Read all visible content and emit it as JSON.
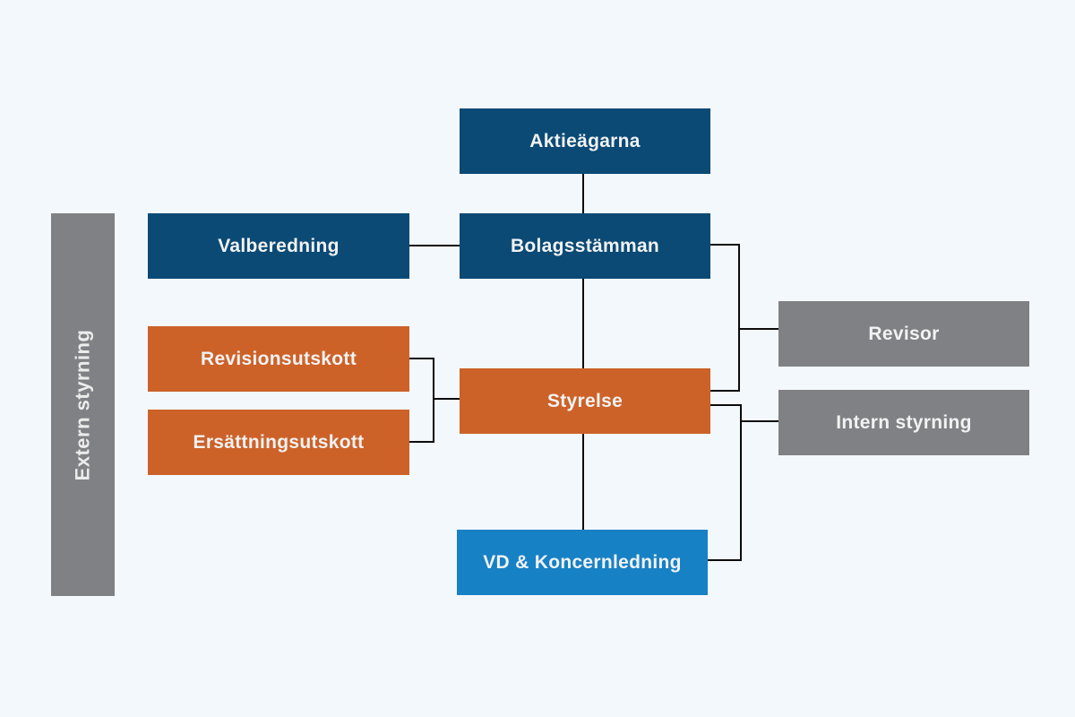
{
  "diagram": {
    "type": "org-chart",
    "language": "sv",
    "nodes": {
      "aktieagarna": {
        "label": "Aktieägarna",
        "color": "#0a4a75",
        "role": "shareholders"
      },
      "valberedning": {
        "label": "Valberedning",
        "color": "#0a4a75",
        "role": "nomination-committee"
      },
      "bolagsstamman": {
        "label": "Bolagsstämman",
        "color": "#0a4a75",
        "role": "general-meeting"
      },
      "revisionsutskott": {
        "label": "Revisionsutskott",
        "color": "#cd6229",
        "role": "audit-committee"
      },
      "ersattningsutskott": {
        "label": "Ersättningsutskott",
        "color": "#cd6229",
        "role": "remuneration-committee"
      },
      "styrelse": {
        "label": "Styrelse",
        "color": "#cd6229",
        "role": "board"
      },
      "vd_koncernledning": {
        "label": "VD & Koncernledning",
        "color": "#1781c5",
        "role": "ceo-group-management"
      },
      "revisor": {
        "label": "Revisor",
        "color": "#808184",
        "role": "auditor"
      },
      "intern_styrning": {
        "label": "Intern styrning",
        "color": "#808184",
        "role": "internal-governance"
      },
      "extern_styrning": {
        "label": "Extern styrning",
        "color": "#808184",
        "role": "external-governance-band"
      }
    },
    "edges": [
      {
        "from": "aktieagarna",
        "to": "bolagsstamman"
      },
      {
        "from": "valberedning",
        "to": "bolagsstamman"
      },
      {
        "from": "bolagsstamman",
        "to": "styrelse"
      },
      {
        "from": "bolagsstamman",
        "to": "revisor"
      },
      {
        "from": "revisionsutskott",
        "to": "styrelse"
      },
      {
        "from": "ersattningsutskott",
        "to": "styrelse"
      },
      {
        "from": "styrelse",
        "to": "revisor"
      },
      {
        "from": "styrelse",
        "to": "intern_styrning"
      },
      {
        "from": "styrelse",
        "to": "vd_koncernledning"
      }
    ],
    "colors": {
      "background": "#f3f8fc",
      "dark_blue": "#0a4a75",
      "orange": "#cd6229",
      "bright_blue": "#1781c5",
      "gray": "#808184",
      "line": "#0b0b0b",
      "text": "#f1f2f2"
    }
  }
}
